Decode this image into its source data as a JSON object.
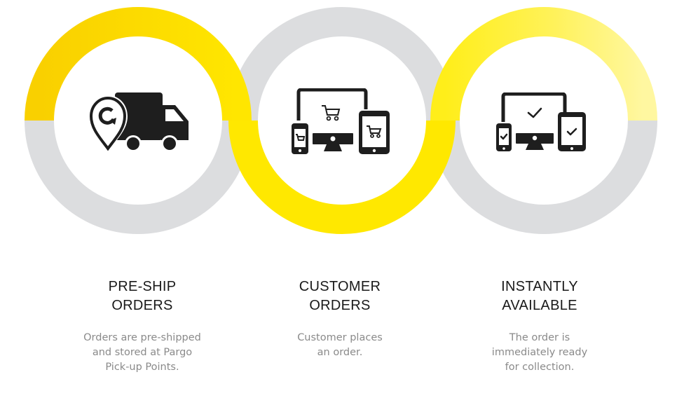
{
  "colors": {
    "yellow_deep": "#F9D200",
    "yellow_bright": "#FFE600",
    "yellow_light": "#FFF58A",
    "ring_gray": "#DCDDDF",
    "icon_black": "#1E1E1E",
    "title_text": "#1A1A1A",
    "desc_text": "#8A8A8A"
  },
  "steps": [
    {
      "icon": "delivery-truck-location-pin-icon",
      "title_line1": "PRE-SHIP",
      "title_line2": "ORDERS",
      "desc_line1": "Orders are pre-shipped",
      "desc_line2": "and stored at Pargo",
      "desc_line3": "Pick-up Points."
    },
    {
      "icon": "devices-shopping-cart-icon",
      "title_line1": "CUSTOMER",
      "title_line2": "ORDERS",
      "desc_line1": "Customer places",
      "desc_line2": "an order.",
      "desc_line3": ""
    },
    {
      "icon": "devices-checkmark-icon",
      "title_line1": "INSTANTLY",
      "title_line2": "AVAILABLE",
      "desc_line1": "The order is",
      "desc_line2": "immediately ready",
      "desc_line3": "for collection."
    }
  ]
}
